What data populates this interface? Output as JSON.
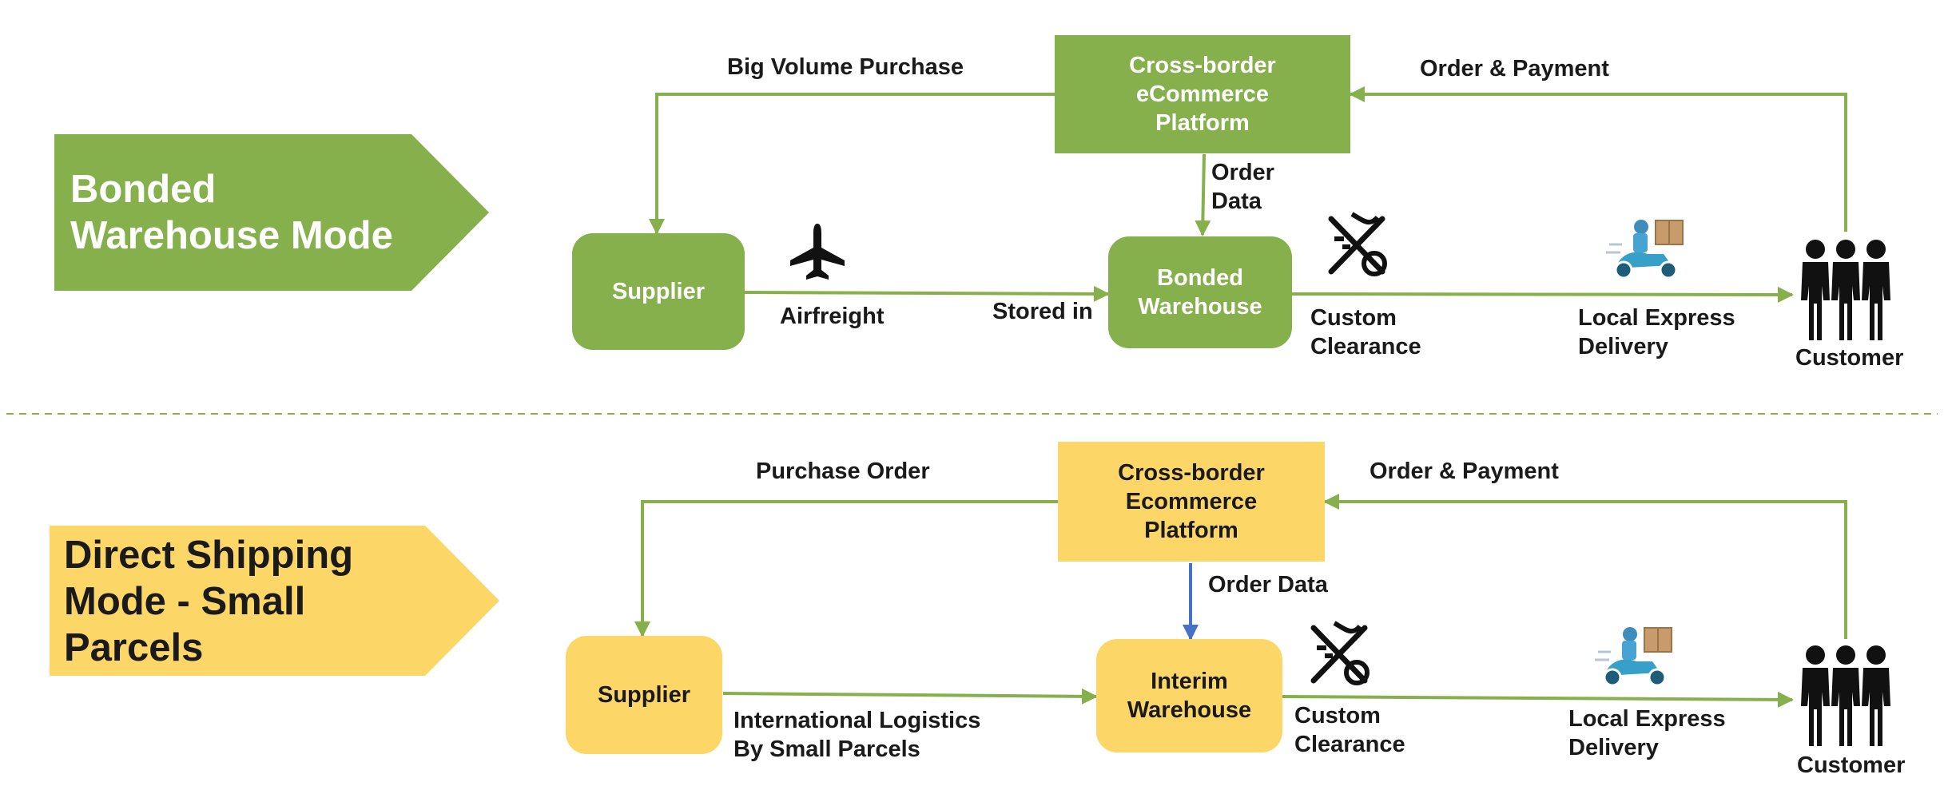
{
  "colors": {
    "green": "#86b04c",
    "yellow": "#fdd668",
    "blue": "#4472c4",
    "dark": "#1a1a1a"
  },
  "bonded": {
    "banner": [
      "Bonded",
      "Warehouse Mode"
    ],
    "platform": [
      "Cross-border",
      "eCommerce",
      "Platform"
    ],
    "supplier": "Supplier",
    "warehouse": [
      "Bonded",
      "Warehouse"
    ],
    "customer": "Customer",
    "labels": {
      "big_volume": "Big Volume Purchase",
      "order_payment": "Order & Payment",
      "order_data": [
        "Order",
        "Data"
      ],
      "airfreight": "Airfreight",
      "stored_in": "Stored in",
      "custom_clearance": [
        "Custom",
        "Clearance"
      ],
      "local_express": [
        "Local Express",
        "Delivery"
      ]
    }
  },
  "direct": {
    "banner": [
      "Direct Shipping",
      "Mode - Small",
      "Parcels"
    ],
    "platform": [
      "Cross-border",
      "Ecommerce",
      "Platform"
    ],
    "supplier": "Supplier",
    "warehouse": [
      "Interim",
      "Warehouse"
    ],
    "customer": "Customer",
    "labels": {
      "purchase_order": "Purchase Order",
      "order_payment": "Order & Payment",
      "order_data": "Order Data",
      "intl_logistics": [
        "International Logistics",
        "By Small Parcels"
      ],
      "custom_clearance": [
        "Custom",
        "Clearance"
      ],
      "local_express": [
        "Local Express",
        "Delivery"
      ]
    }
  },
  "icons": [
    "airplane-icon",
    "customs-icon",
    "delivery-scooter-icon",
    "customer-group-icon"
  ]
}
